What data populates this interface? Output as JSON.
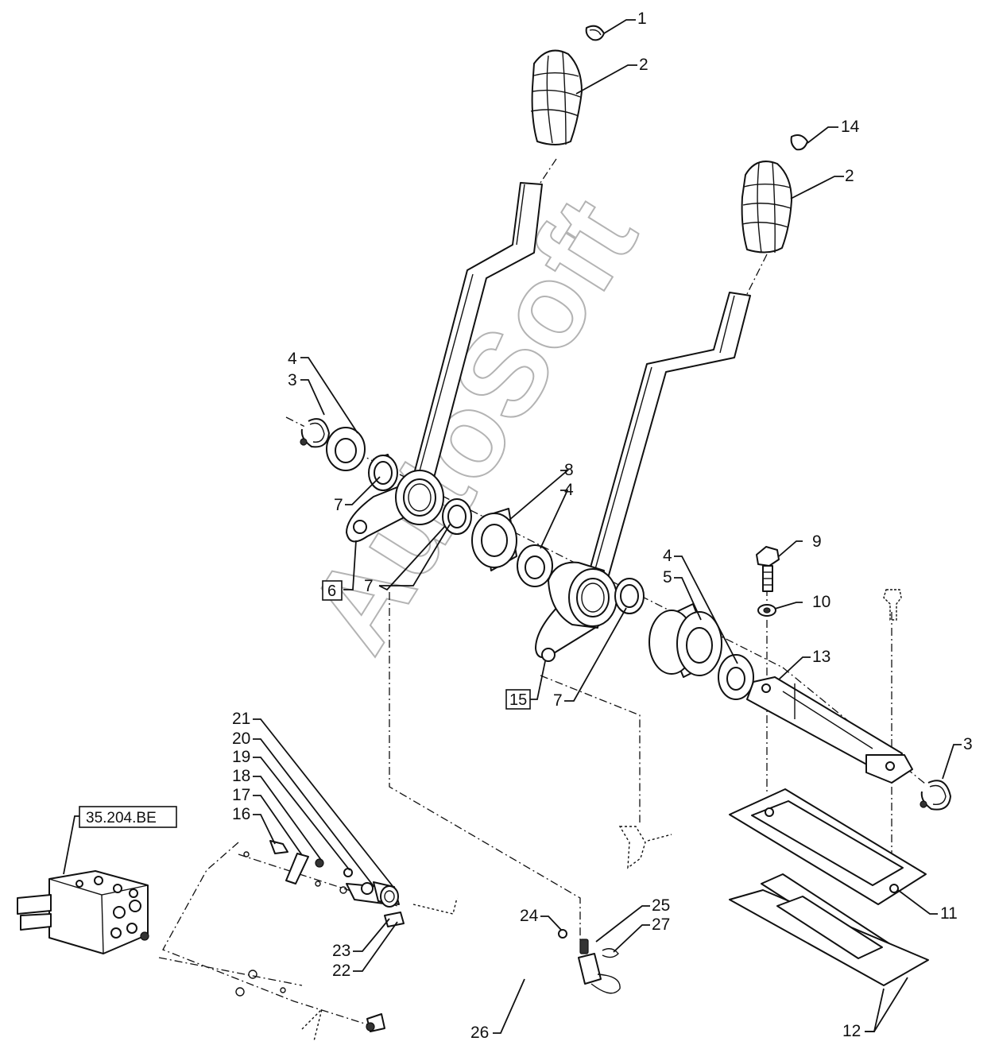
{
  "watermark": "AutoSoft",
  "reference_box": "35.204.BE",
  "callouts": {
    "c1": "1",
    "c2a": "2",
    "c2b": "2",
    "c14": "14",
    "c4a": "4",
    "c3a": "3",
    "c7a": "7",
    "c8": "8",
    "c4b": "4",
    "c6": "6",
    "c7b": "7",
    "c9": "9",
    "c4c": "4",
    "c5": "5",
    "c10": "10",
    "c13": "13",
    "c15": "15",
    "c7c": "7",
    "c3b": "3",
    "c21": "21",
    "c20": "20",
    "c19": "19",
    "c18": "18",
    "c17": "17",
    "c16": "16",
    "c11": "11",
    "c24": "24",
    "c25": "25",
    "c27": "27",
    "c23": "23",
    "c22": "22",
    "c26": "26",
    "c12": "12"
  }
}
